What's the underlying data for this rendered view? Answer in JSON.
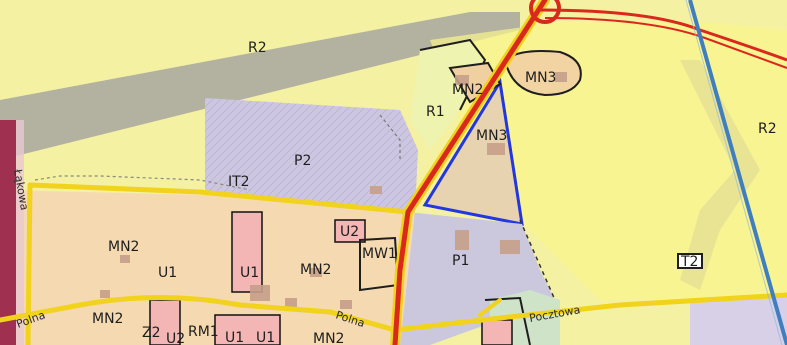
{
  "zones": {
    "r2_north": "R2",
    "r2_east": "R2",
    "r1": "R1",
    "mn3_north": "MN3",
    "mn3_center": "MN3",
    "mn2_north": "MN2",
    "p2": "P2",
    "it2": "IT2",
    "u2_a": "U2",
    "mw1": "MW1",
    "p1": "P1",
    "mn2_west": "MN2",
    "u1_west": "U1",
    "u1_center": "U1",
    "mn2_center": "MN2",
    "mn2_south": "MN2",
    "mn2_bottom": "MN2",
    "z2": "Z2",
    "u2_b": "U2",
    "rm1": "RM1",
    "u1_b": "U1",
    "u1_c": "U1",
    "t2": "T2"
  },
  "streets": {
    "west_vertical": "Łąkowa",
    "polna_west": "Polna",
    "polna_center": "Polna",
    "pocztowa": "Pocztowa"
  },
  "colors": {
    "agricultural": "#f4f1a2",
    "residential": "#f5d9b0",
    "industrial": "#cdc6e0",
    "services": "#f4b6b4",
    "infrastructure": "#cbc8de",
    "main_road": "#d9281c",
    "road_casing": "#f1d21c",
    "power_line": "#3f7fc0",
    "highlight_outline": "#2337e0"
  }
}
